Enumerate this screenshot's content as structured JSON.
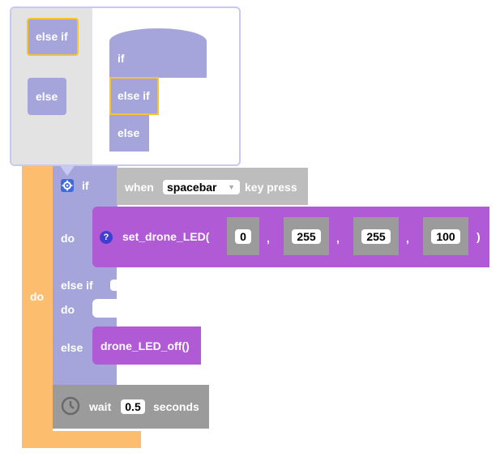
{
  "colors": {
    "loop_orange": "#fcbd6f",
    "logic_purple": "#a5a5db",
    "event_gray": "#bdbdbd",
    "drone_magenta": "#b15ad6",
    "wait_gray": "#9b9b9b",
    "mutator_bg": "#ffffff",
    "mutator_flyout": "#e3e3e3",
    "mutator_border": "#c7c9f0",
    "selection": "#f6c431"
  },
  "mutator": {
    "flyout": {
      "else_if_label": "else if",
      "else_label": "else"
    },
    "workspace": {
      "if_label": "if",
      "else_if_label": "else if",
      "else_label": "else"
    }
  },
  "loop": {
    "do_label": "do"
  },
  "if_block": {
    "if_label": "if",
    "do_label": "do",
    "else_if_label": "else if",
    "do2_label": "do",
    "else_label": "else",
    "gear_icon": "gear-icon"
  },
  "condition": {
    "when_label": "when",
    "key_value": "spacebar",
    "key_press_label": "key press",
    "dropdown_icon": "triangle-down-icon"
  },
  "set_led": {
    "help_icon": "question-icon",
    "label": "set_drone_LED(",
    "args": [
      "0",
      "255",
      "255",
      "100"
    ],
    "sep": ",",
    "close_paren": ")"
  },
  "led_off": {
    "label": "drone_LED_off()"
  },
  "wait": {
    "clock_icon": "clock-icon",
    "label": "wait",
    "value": "0.5",
    "unit_label": "seconds"
  }
}
